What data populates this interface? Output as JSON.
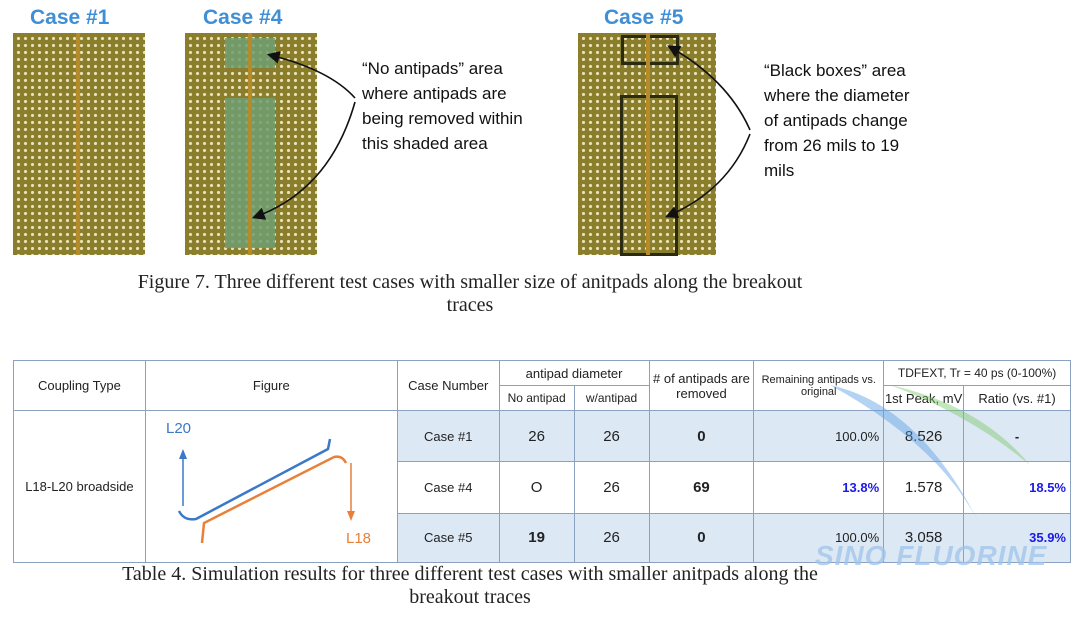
{
  "figure": {
    "case1_title": "Case #1",
    "case4_title": "Case #4",
    "case5_title": "Case #5",
    "note_no_antipads": "“No antipads” area\nwhere antipads are\nbeing removed within\nthis shaded area",
    "note_black_boxes": "“Black boxes” area\nwhere the diameter\nof antipads change\nfrom 26 mils to 19\nmils",
    "caption_line1": "Figure 7.  Three different test cases with smaller size of anitpads along the breakout",
    "caption_line2": "traces"
  },
  "table": {
    "headers": {
      "coupling_type": "Coupling Type",
      "figure": "Figure",
      "case_number": "Case Number",
      "antipad_diameter": "antipad diameter",
      "no_antipad": "No antipad",
      "w_antipad": "w/antipad",
      "num_removed": "# of antipads are removed",
      "remaining": "Remaining antipads vs. original",
      "tdfext": "TDFEXT, Tr = 40 ps (0-100%)",
      "first_peak": "1st Peak, mV",
      "ratio": "Ratio (vs. #1)"
    },
    "coupling_value": "L18-L20 broadside",
    "figure_labels": {
      "l20": "L20",
      "l18": "L18"
    },
    "rows": [
      {
        "case": "Case #1",
        "no_antipad": "26",
        "w_antipad": "26",
        "removed": "0",
        "remaining": "100.0%",
        "peak": "8.526",
        "ratio": "-"
      },
      {
        "case": "Case #4",
        "no_antipad": "O",
        "w_antipad": "26",
        "removed": "69",
        "remaining": "13.8%",
        "peak": "1.578",
        "ratio": "18.5%"
      },
      {
        "case": "Case #5",
        "no_antipad": "19",
        "w_antipad": "26",
        "removed": "0",
        "remaining": "100.0%",
        "peak": "3.058",
        "ratio": "35.9%"
      }
    ],
    "caption_line1": "Table 4.  Simulation results for three different test cases with smaller anitpads along the",
    "caption_line2": "breakout traces"
  },
  "watermark": "SINO FLUORINE",
  "colors": {
    "case_title": "#3f8fd6",
    "highlight": "#1a1ae6",
    "l20": "#3a78c8",
    "l18": "#e8803a"
  }
}
